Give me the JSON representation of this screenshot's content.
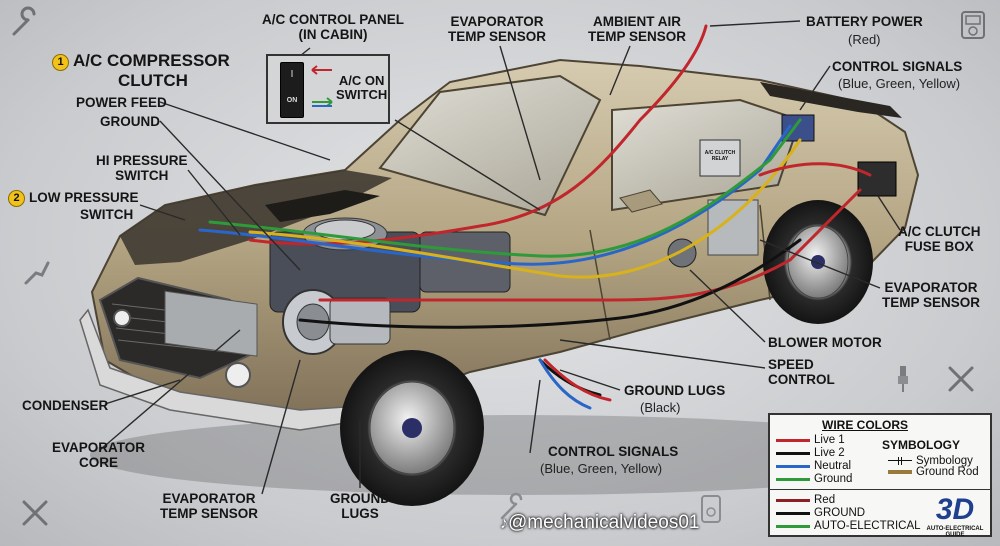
{
  "labels": {
    "ac_compressor_num": "1",
    "ac_compressor": "A/C COMPRESSOR",
    "ac_compressor_2": "CLUTCH",
    "power_feed": "POWER FEED",
    "ground": "GROUND",
    "hi_pressure": "HI PRESSURE",
    "hi_pressure_2": "SWITCH",
    "low_pressure_num": "2",
    "low_pressure": "LOW PRESSURE",
    "low_pressure_2": "SWITCH",
    "ac_control_panel": "A/C CONTROL PANEL",
    "ac_control_panel_2": "(IN CABIN)",
    "ac_on_switch": "A/C ON",
    "ac_on_switch_2": "SWITCH",
    "evap_temp_sensor_top": "EVAPORATOR",
    "evap_temp_sensor_top_2": "TEMP SENSOR",
    "ambient_air": "AMBIENT AIR",
    "ambient_air_2": "TEMP SENSOR",
    "battery_power": "BATTERY POWER",
    "battery_power_sub": "(Red)",
    "control_signals_top": "CONTROL SIGNALS",
    "control_signals_top_sub": "(Blue, Green, Yellow)",
    "ac_clutch_fuse": "A/C CLUTCH",
    "ac_clutch_fuse_2": "FUSE BOX",
    "evap_temp_sensor_right": "EVAPORATOR",
    "evap_temp_sensor_right_2": "TEMP SENSOR",
    "blower_motor": "BLOWER MOTOR",
    "speed_control": "SPEED",
    "speed_control_2": "CONTROL",
    "ground_lugs_right": "GROUND LUGS",
    "ground_lugs_right_sub": "(Black)",
    "control_signals_bottom": "CONTROL SIGNALS",
    "control_signals_bottom_sub": "(Blue, Green, Yellow)",
    "condenser": "CONDENSER",
    "evaporator_core": "EVAPORATOR",
    "evaporator_core_2": "CORE",
    "evap_temp_sensor_bottom": "EVAPORATOR",
    "evap_temp_sensor_bottom_2": "TEMP SENSOR",
    "ground_lugs_bottom": "GROUND",
    "ground_lugs_bottom_2": "LUGS"
  },
  "panel": {
    "switch_off": "I",
    "switch_on": "ON"
  },
  "relay_label": "A/C CLUTCH RELAY",
  "legend": {
    "title": "WIRE COLORS",
    "wires": [
      {
        "label": "Live 1",
        "color": "#c0262b"
      },
      {
        "label": "Live 2",
        "color": "#111111"
      },
      {
        "label": "Neutral",
        "color": "#2a66c8"
      },
      {
        "label": "Ground",
        "color": "#2e9a3a"
      }
    ],
    "symbology_title": "SYMBOLOGY",
    "symbology_items": [
      {
        "label": "Symbology"
      },
      {
        "label": "Ground Rod"
      }
    ],
    "bottom_items": [
      {
        "label": "Red",
        "color": "#8c1f24"
      },
      {
        "label": "GROUND",
        "color": "#111111"
      },
      {
        "label": "AUTO-ELECTRICAL",
        "color": "#2e9a3a"
      }
    ]
  },
  "watermark": "@mechanicalvideos01",
  "brand": {
    "logo": "3D",
    "tagline": "AUTO-ELECTRICAL GUIDE"
  },
  "colors": {
    "red_wire": "#c0262b",
    "black_wire": "#111111",
    "blue_wire": "#2a66c8",
    "green_wire": "#2e9a3a",
    "yellow_wire": "#d8b21c",
    "car_body": "#b8a98a",
    "number_badge": "#f2c21a"
  },
  "icons": [
    "wrench-icon",
    "meter-icon",
    "spark-plug-icon",
    "multimeter-icon",
    "tools-icon",
    "tiktok-icon"
  ]
}
